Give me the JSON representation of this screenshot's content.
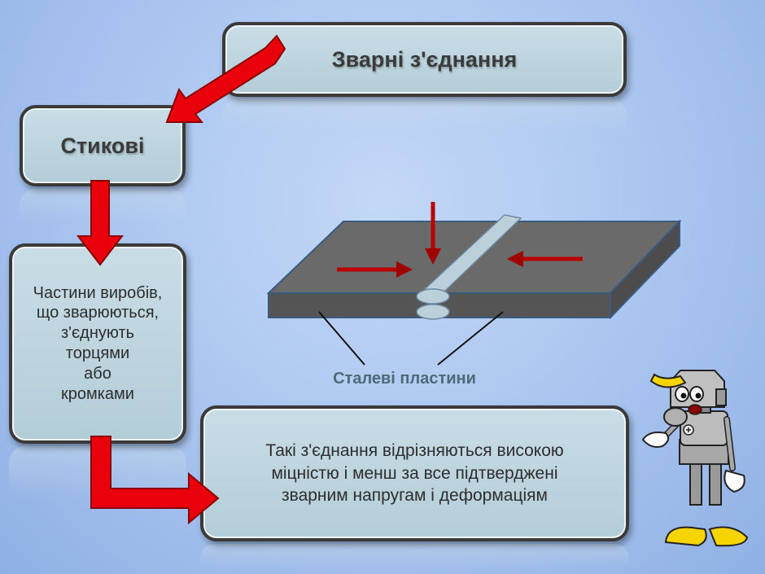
{
  "diagram": {
    "title": "Зварні з'єднання",
    "butt_joint": "Стикові",
    "description": "Частини виробів,\n що зварюються,\nз'єднують\nторцями\nабо\nкромками",
    "result": "Такі з'єднання відрізняються високою\nміцністю і менш за все підтверджені\nзварним напругам і  деформаціям",
    "plates_label": "Сталеві пластини"
  },
  "colors": {
    "arrow": "#e8000a",
    "plate_top": "#6a6a6a",
    "plate_side": "#555555",
    "weld": "#bcd0dc"
  }
}
